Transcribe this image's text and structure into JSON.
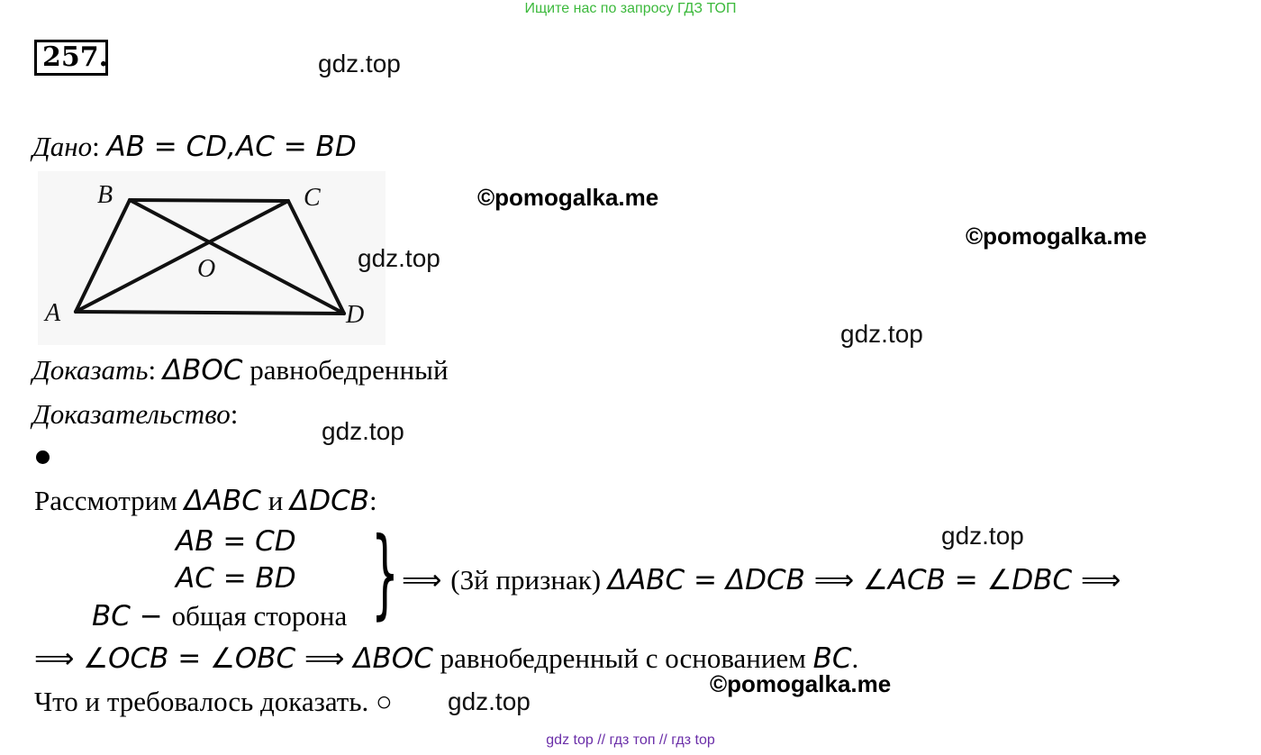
{
  "banners": {
    "top": "Ищите нас по запросу ГДЗ ТОП",
    "bottom": "gdz top  //  гдз топ  //  гдз top"
  },
  "problem_number": "257.",
  "watermarks": {
    "gdz_1": "gdz.top",
    "gdz_2": "gdz.top",
    "gdz_3": "gdz.top",
    "gdz_4": "gdz.top",
    "gdz_5": "gdz.top",
    "gdz_6": "gdz.top",
    "pomo_1": "©pomogalka.me",
    "pomo_2": "©pomogalka.me",
    "pomo_3": "©pomogalka.me"
  },
  "given": {
    "label": "Дано",
    "colon": ":",
    "expr": "AB = CD,AC = BD"
  },
  "figure": {
    "labels": {
      "B": "B",
      "C": "C",
      "O": "O",
      "A": "A",
      "D": "D"
    }
  },
  "prove": {
    "label": "Доказать",
    "colon": ":",
    "expr": "ΔBOC",
    "rest": "равнобедренный"
  },
  "proof_label": {
    "label": "Доказательство",
    "colon": ":"
  },
  "consider": {
    "prefix": "Рассмотрим ",
    "t1": "ΔABC",
    "mid": " и ",
    "t2": "ΔDCB",
    "suffix": ":"
  },
  "system": {
    "row1": "AB = CD",
    "row2": "AC = BD",
    "row3_math": "BC − ",
    "row3_text": "общая сторона"
  },
  "implication": {
    "arrow": "⟹ ",
    "paren": "(3й признак) ",
    "expr": "ΔABC = ΔDCB ⟹ ∠ACB = ∠DBC ⟹"
  },
  "conclusion": {
    "expr": "⟹ ∠OCB = ∠OBC ⟹ ΔBOC",
    "text": " равнобедренный с основанием ",
    "base": "BC",
    "dot": "."
  },
  "qed": "Что и требовалось доказать. ○"
}
